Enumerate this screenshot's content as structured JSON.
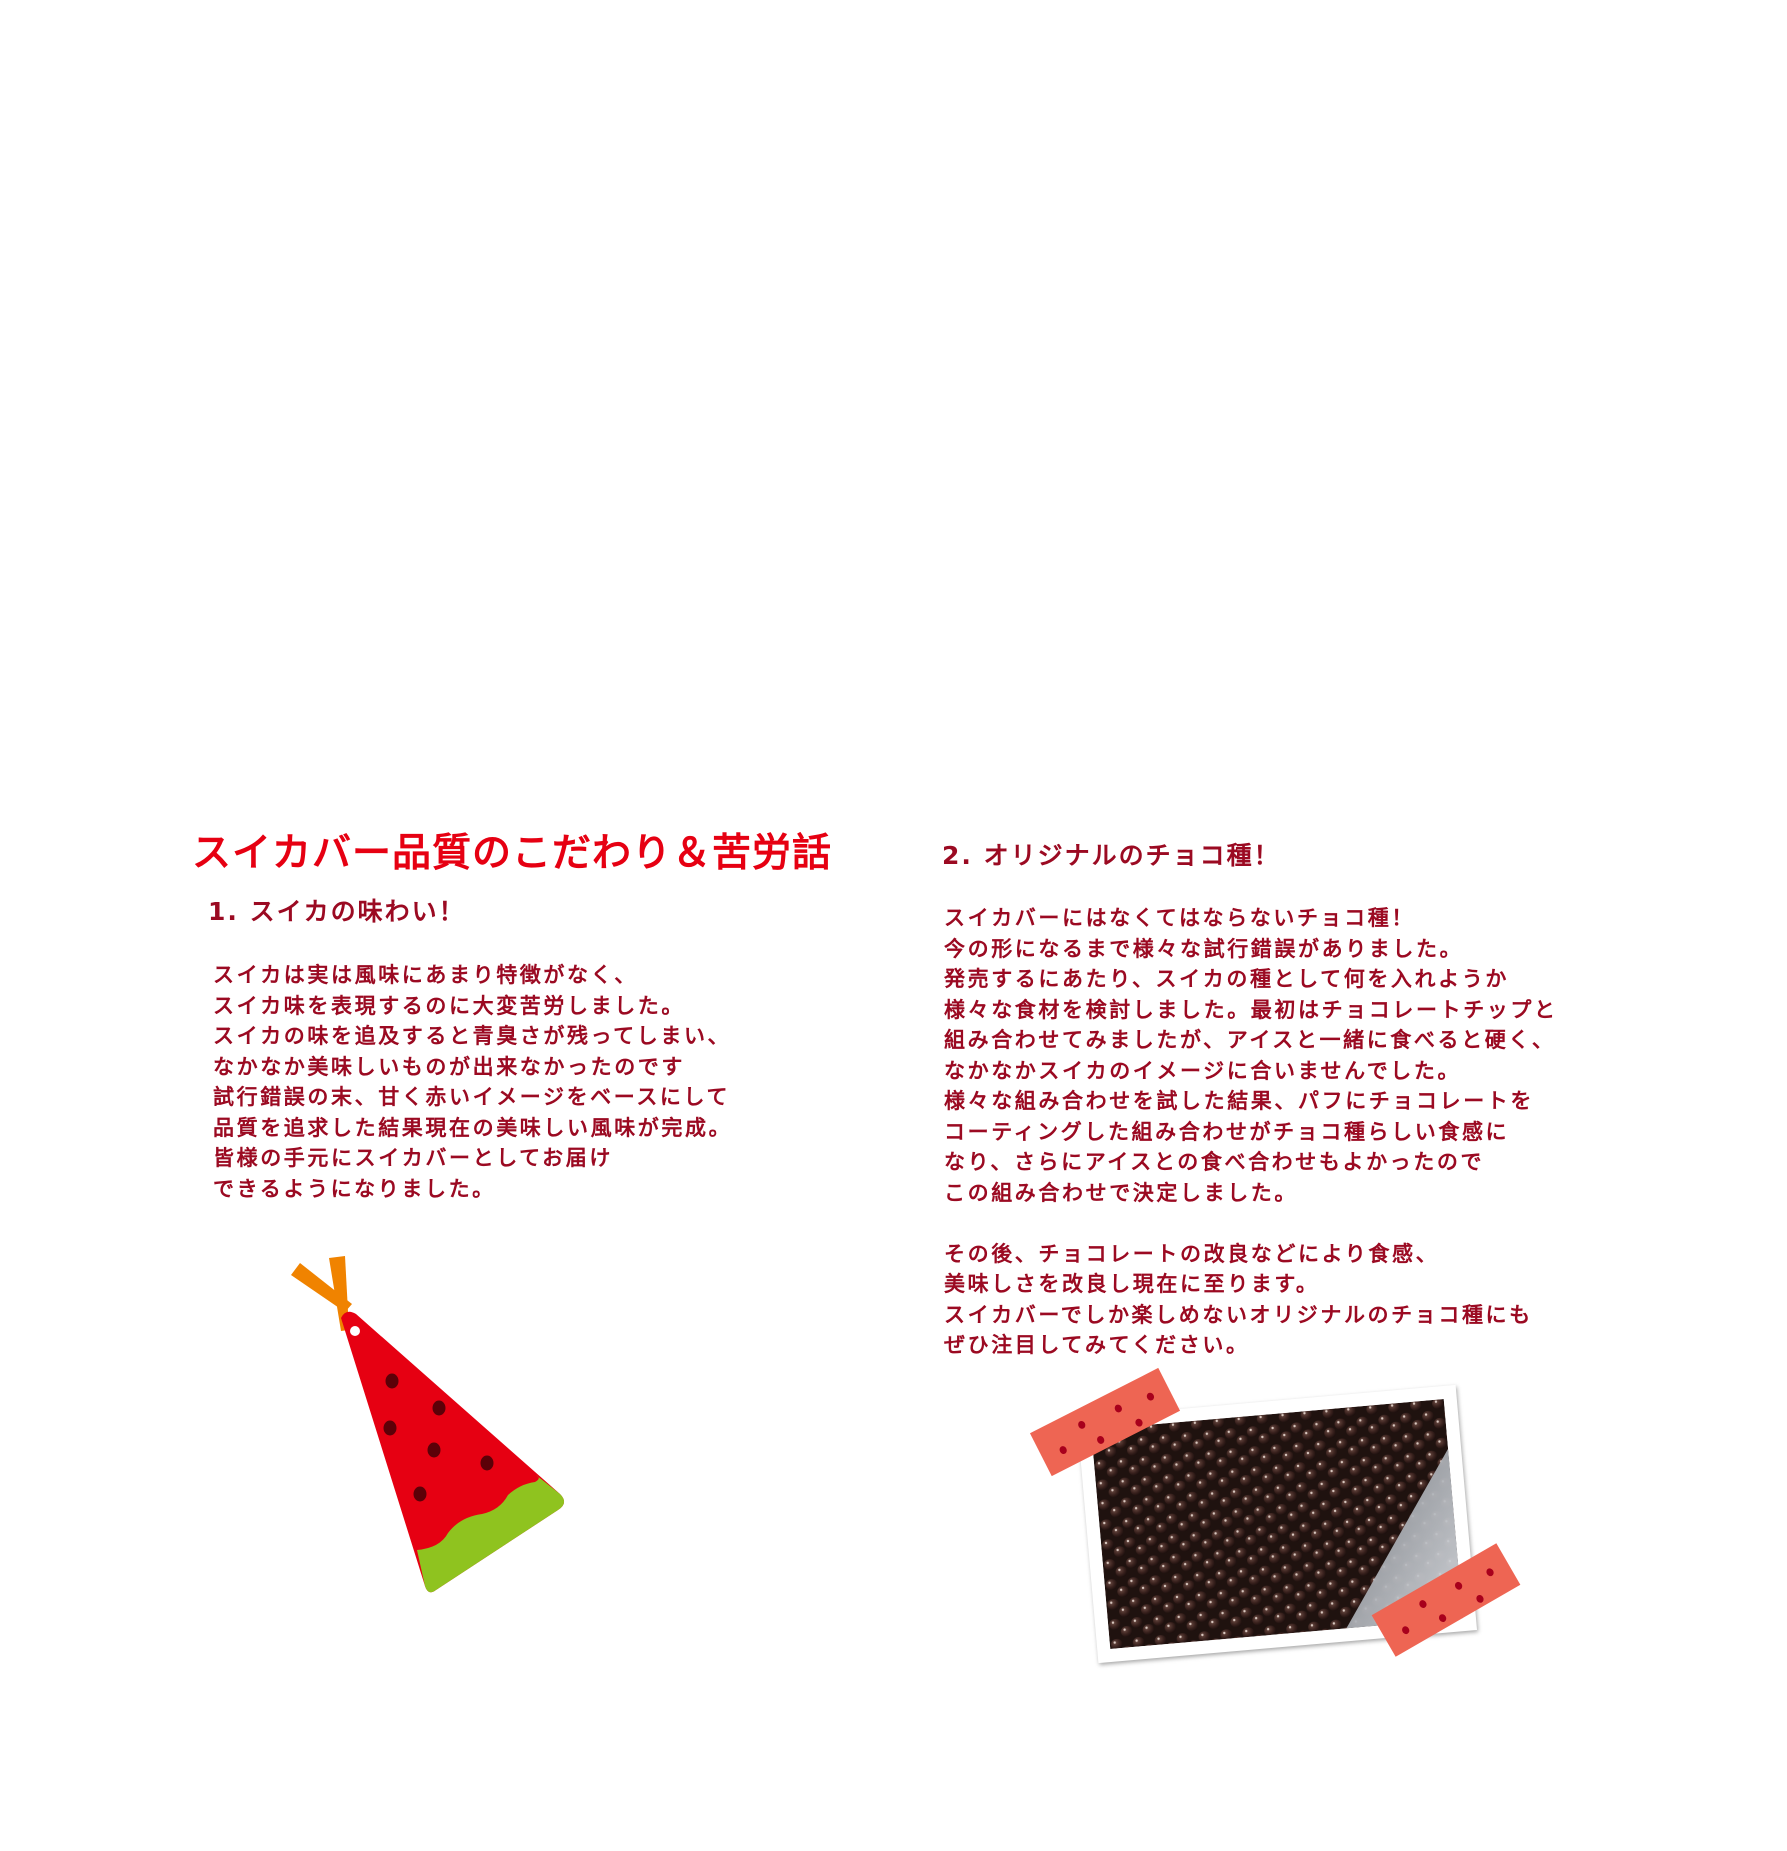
{
  "title": "スイカバー品質のこだわり＆苦労話",
  "section1": {
    "heading": "1. スイカの味わい！",
    "lines": [
      "スイカは実は風味にあまり特徴がなく、",
      "スイカ味を表現するのに大変苦労しました。",
      "スイカの味を追及すると青臭さが残ってしまい、",
      "なかなか美味しいものが出来なかったのです",
      "試行錯誤の末、甘く赤いイメージをベースにして",
      "品質を追求した結果現在の美味しい風味が完成。",
      "皆様の手元にスイカバーとしてお届け",
      "できるようになりました。"
    ]
  },
  "section2": {
    "heading": "2. オリジナルのチョコ種！",
    "lines": [
      "スイカバーにはなくてはならないチョコ種！",
      "今の形になるまで様々な試行錯誤がありました。",
      "発売するにあたり、スイカの種として何を入れようか",
      "様々な食材を検討しました。最初はチョコレートチップと",
      "組み合わせてみましたが、アイスと一緒に食べると硬く、",
      "なかなかスイカのイメージに合いませんでした。",
      "様々な組み合わせを試した結果、パフにチョコレートを",
      "コーティングした組み合わせがチョコ種らしい食感に",
      "なり、さらにアイスとの食べ合わせもよかったので",
      "この組み合わせで決定しました。"
    ],
    "lines2": [
      "その後、チョコレートの改良などにより食感、",
      "美味しさを改良し現在に至ります。",
      "スイカバーでしか楽しめないオリジナルのチョコ種にも",
      "ぜひ注目してみてください。"
    ]
  },
  "colors": {
    "title": "#e60012",
    "text": "#9b0a22",
    "highlight": "#ffdc7a",
    "melon_red": "#e60012",
    "melon_green": "#8fc31f",
    "ribbon": "#f08300",
    "tape": "#ee6553"
  }
}
